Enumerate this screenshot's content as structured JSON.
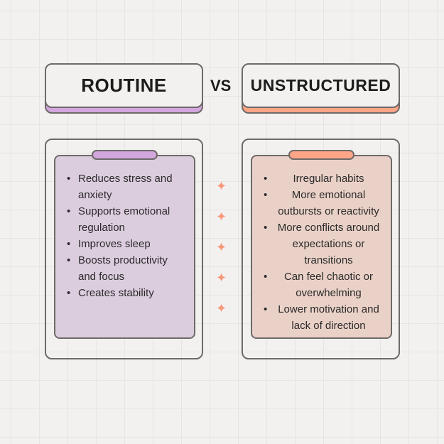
{
  "left": {
    "title": "ROUTINE",
    "accent": "#d3a6de",
    "panel_color": "#dccdde",
    "items": [
      "Reduces stress and anxiety",
      "Supports emotional regulation",
      "Improves sleep",
      "Boosts productivity and focus",
      "Creates stability"
    ]
  },
  "vs": "VS",
  "right": {
    "title": "UNSTRUCTURED",
    "accent": "#ffa587",
    "panel_color": "#ead1c7",
    "items": [
      "Irregular habits",
      "More emotional outbursts or reactivity",
      "More conflicts around expectations or transitions",
      "Can feel chaotic or overwhelming",
      "Lower motivation and lack of direction"
    ]
  },
  "stars": [
    "sparkle-icon",
    "sparkle-icon",
    "sparkle-icon",
    "sparkle-icon",
    "sparkle-icon"
  ]
}
